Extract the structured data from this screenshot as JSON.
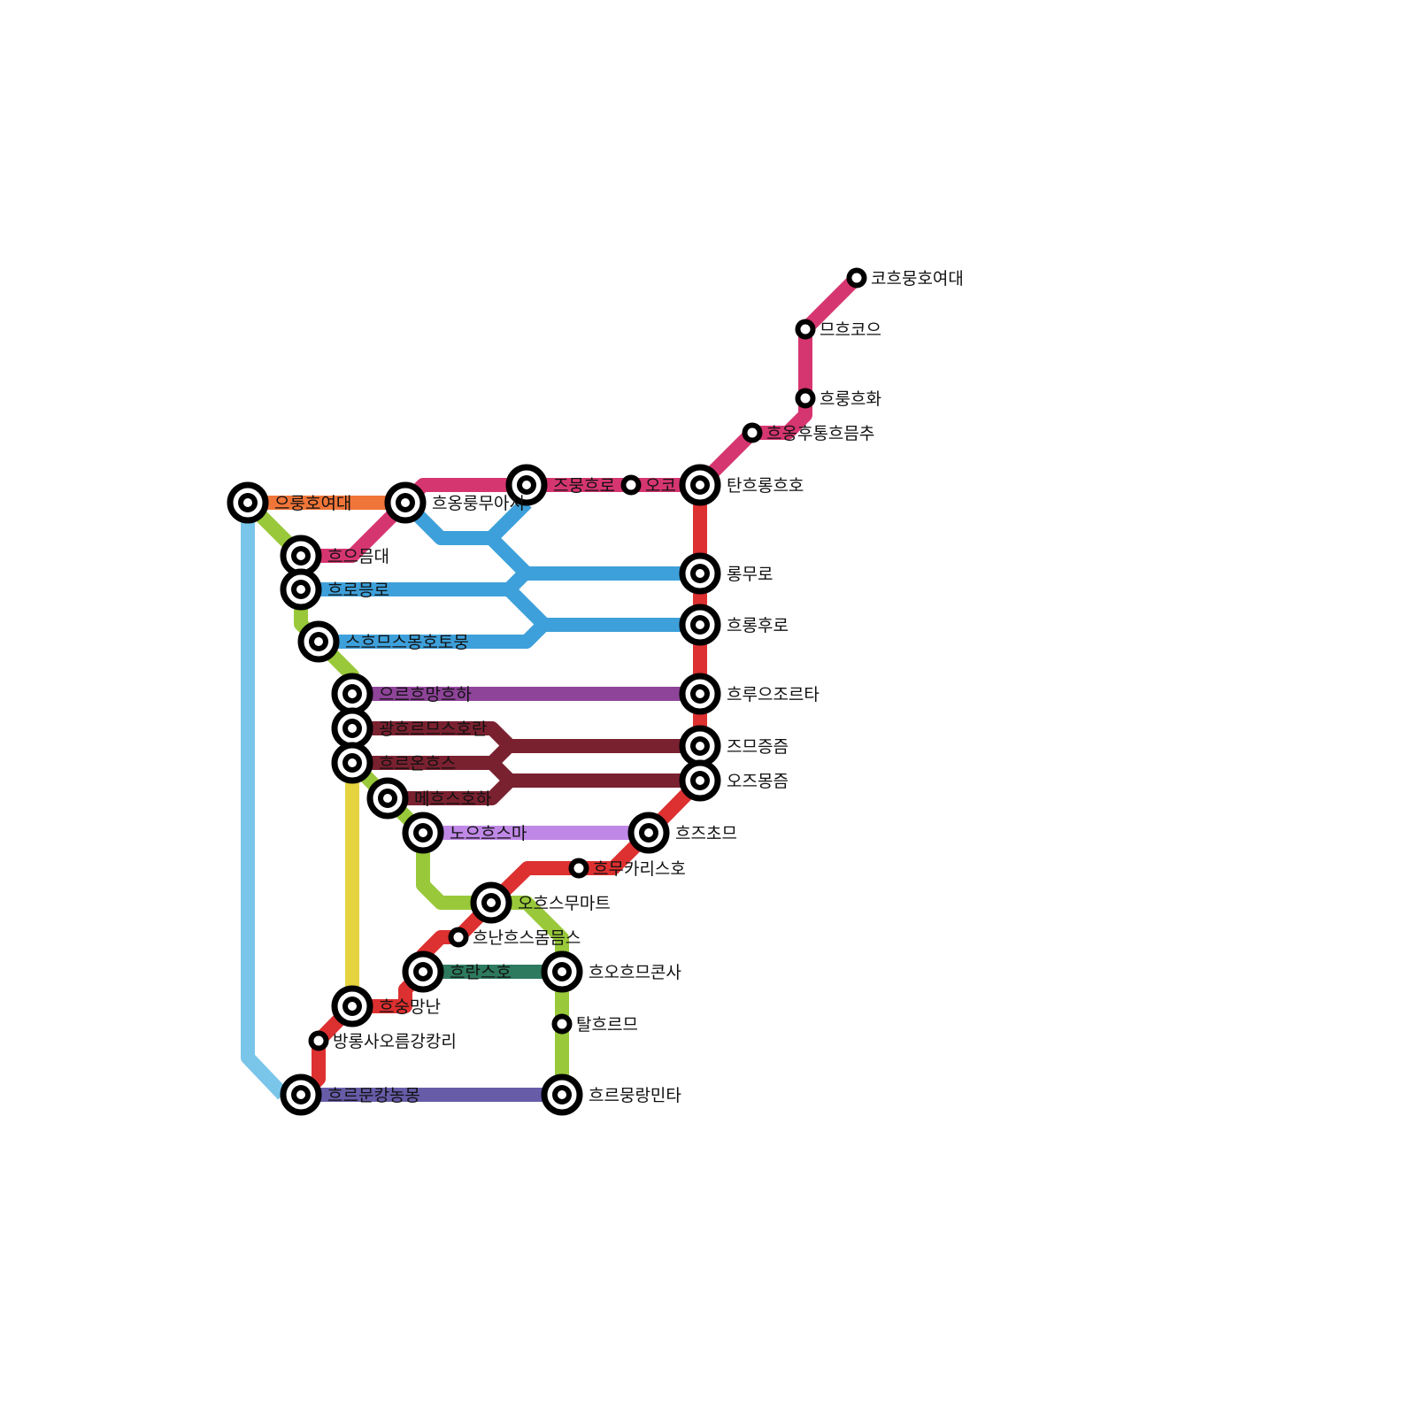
{
  "lines": [
    {
      "id": "pink",
      "color": "#d63670"
    },
    {
      "id": "red",
      "color": "#dd3030"
    },
    {
      "id": "orange",
      "color": "#f07538"
    },
    {
      "id": "lime",
      "color": "#99c93a"
    },
    {
      "id": "sky",
      "color": "#7ac5ea"
    },
    {
      "id": "blue",
      "color": "#3ea0da"
    },
    {
      "id": "purple",
      "color": "#8e4499"
    },
    {
      "id": "maroon",
      "color": "#7a2130"
    },
    {
      "id": "lavender",
      "color": "#bf88e6"
    },
    {
      "id": "yellow",
      "color": "#e6d340"
    },
    {
      "id": "green",
      "color": "#2e7a5e"
    },
    {
      "id": "indigo",
      "color": "#675ca8"
    }
  ],
  "stations": {
    "s1": "코흐뭉호여대",
    "s2": "므흐코으",
    "s3": "흐룽흐화",
    "s4": "흐옹후통흐믐추",
    "s5": "탄흐롱흐호",
    "s6": "오코",
    "s7": "즈뭉흐로",
    "s8": "흐옹룽무아서",
    "s9": "으룽호여대",
    "s10": "흐으믐대",
    "s11": "흐로믕로",
    "s12": "스흐므스몽호토뭉",
    "s13": "롱무로",
    "s14": "흐롱후로",
    "s15": "으르흐망흐하",
    "s16": "흐루으조르타",
    "s17": "광흐르므스호란",
    "s18": "즈므증즘",
    "s19": "흐르온흐스",
    "s20": "오즈몽즘",
    "s21": "메흐스호하",
    "s22": "노으흐스마",
    "s23": "흐즈초므",
    "s24": "흐무카리스호",
    "s25": "오흐스무마트",
    "s26": "흐난흐스몸믐스",
    "s27": "흐란스호",
    "s28": "흐오흐므콘사",
    "s29": "흐숭망난",
    "s30": "탈흐르므",
    "s31": "방롱사오름강캉리",
    "s32": "흐르문캉농몽",
    "s33": "흐르뭉랑민타"
  }
}
